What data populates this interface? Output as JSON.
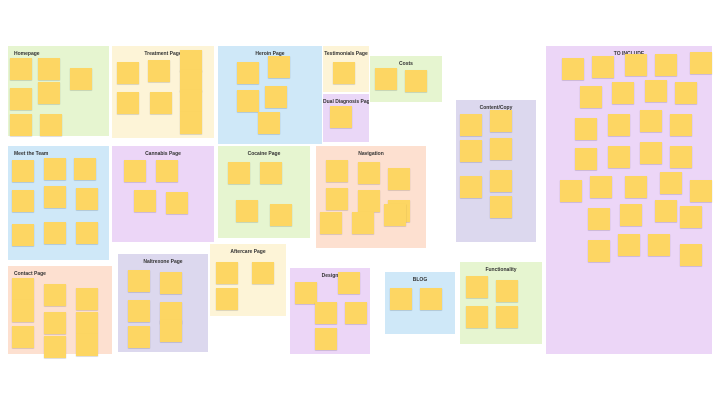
{
  "board": {
    "sections": [
      {
        "id": "homepage",
        "title": "Homepage",
        "color": "#e6f5d0"
      },
      {
        "id": "treatment",
        "title": "Treatment Page",
        "color": "#fdf4d7"
      },
      {
        "id": "heroin",
        "title": "Heroin Page",
        "color": "#cfe8f8"
      },
      {
        "id": "testimonials",
        "title": "Testimonials Page",
        "color": "#fdf4d7"
      },
      {
        "id": "dual-diagnosis",
        "title": "Dual Diagnosis Page",
        "color": "#ead7f7"
      },
      {
        "id": "costs",
        "title": "Costs",
        "color": "#e6f5d0"
      },
      {
        "id": "content-copy",
        "title": "Content/Copy",
        "color": "#dcd8ee"
      },
      {
        "id": "to-include",
        "title": "TO INCLUDE",
        "color": "#ecd6f7"
      },
      {
        "id": "meet-team",
        "title": "Meet the Team",
        "color": "#cfe8f8"
      },
      {
        "id": "cannabis",
        "title": "Cannabis Page",
        "color": "#ecd6f7"
      },
      {
        "id": "cocaine",
        "title": "Cocaine Page",
        "color": "#e6f5d0"
      },
      {
        "id": "navigation",
        "title": "Navigation",
        "color": "#fde0d0"
      },
      {
        "id": "aftercare",
        "title": "Aftercare Page",
        "color": "#fdf4d7"
      },
      {
        "id": "contact",
        "title": "Contact Page",
        "color": "#fde0d0"
      },
      {
        "id": "naltrexone",
        "title": "Naltrexone Page",
        "color": "#dcd8ee"
      },
      {
        "id": "design",
        "title": "Design",
        "color": "#ecd6f7"
      },
      {
        "id": "blog",
        "title": "BLOG",
        "color": "#cfe8f8"
      },
      {
        "id": "functionality",
        "title": "Functionality",
        "color": "#e6f5d0"
      }
    ],
    "note_color": "#fdd663"
  }
}
